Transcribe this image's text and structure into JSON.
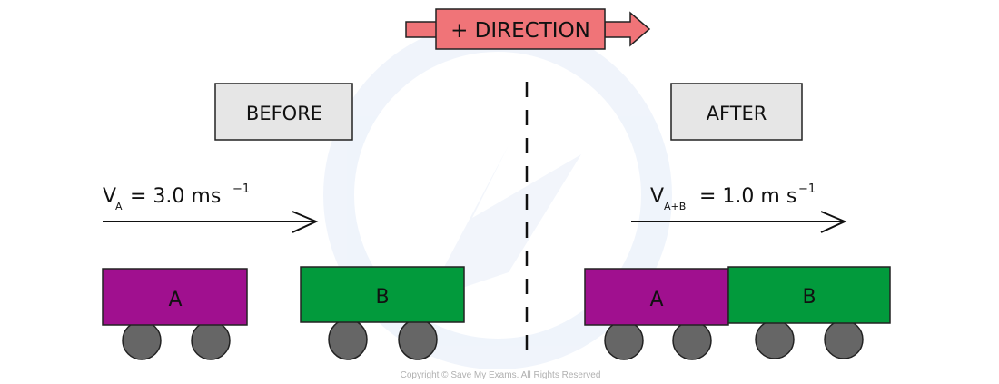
{
  "direction": {
    "label": "+ DIRECTION",
    "color": "#f07478"
  },
  "before": {
    "label": "BEFORE",
    "velocity": {
      "symbol": "V",
      "subscript": "A",
      "equals": "= 3.0 ms",
      "exponent": "−1"
    },
    "carts": [
      {
        "label": "A",
        "color": "#a0108f"
      },
      {
        "label": "B",
        "color": "#029a3c"
      }
    ]
  },
  "after": {
    "label": "AFTER",
    "velocity": {
      "symbol": "V",
      "subscript": "A+B",
      "equals": "= 1.0 m s",
      "exponent": "−1"
    },
    "carts": [
      {
        "label": "A",
        "color": "#a0108f"
      },
      {
        "label": "B",
        "color": "#029a3c"
      }
    ]
  },
  "colors": {
    "box_fill": "#e6e6e6",
    "wheel": "#666666",
    "watermark": "#eef3fb"
  },
  "copyright": "Copyright © Save My Exams. All Rights Reserved"
}
